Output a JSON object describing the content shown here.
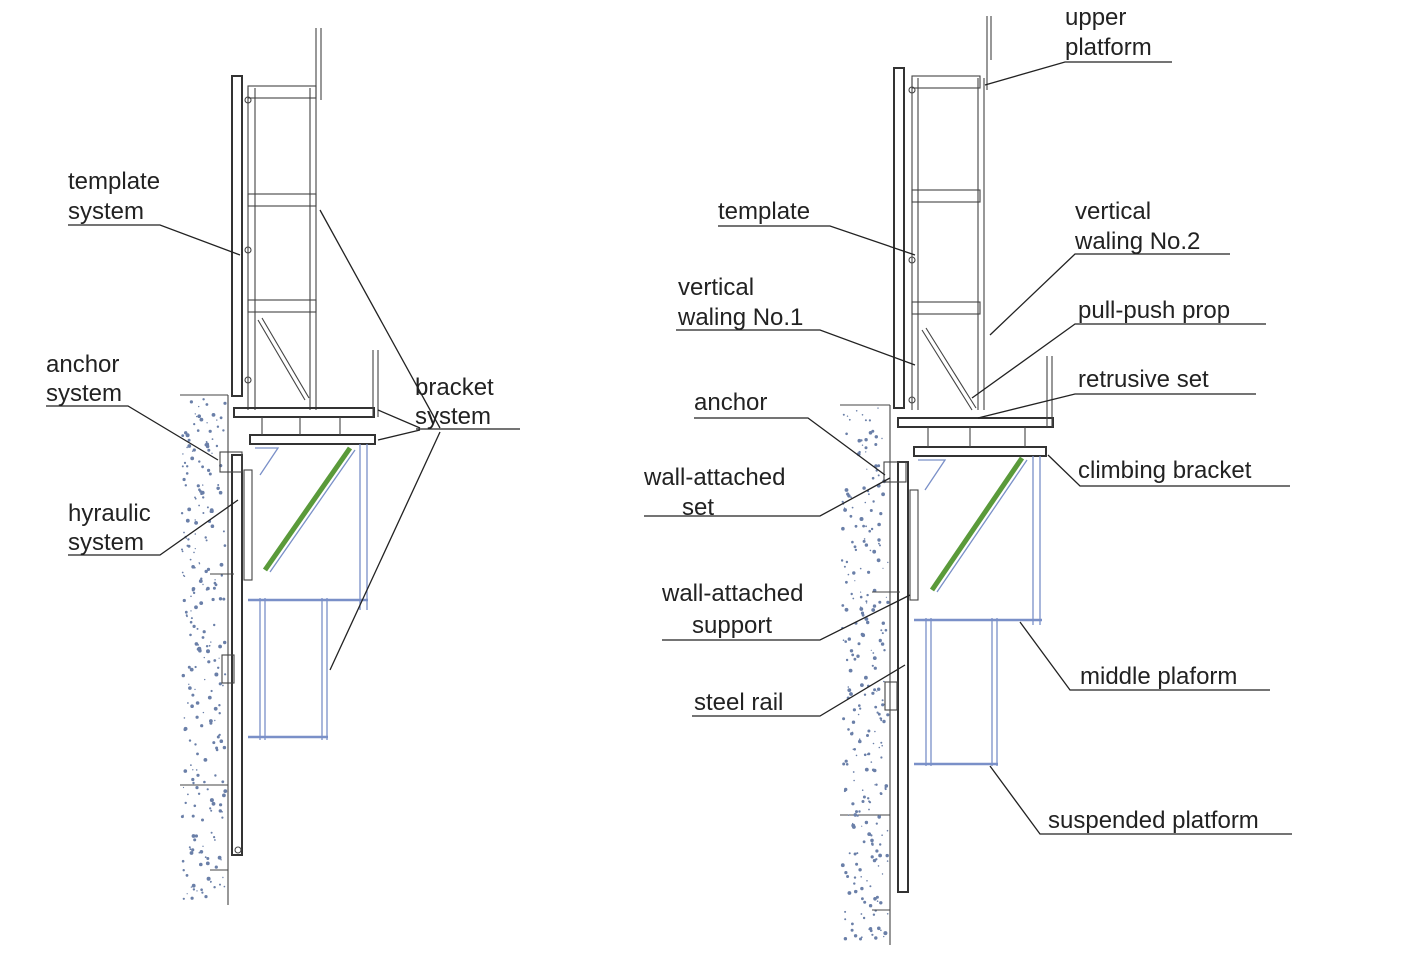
{
  "colors": {
    "steel": "#444444",
    "prop_green": "#5a9a3a",
    "platform_blue": "#7a90c8",
    "text": "#222222"
  },
  "left_view": {
    "labels": {
      "template_system": [
        "template",
        "system"
      ],
      "anchor_system": [
        "anchor",
        "system"
      ],
      "bracket_system": [
        "bracket",
        "system"
      ],
      "hydraulic_system": [
        "hyraulic",
        "system"
      ]
    }
  },
  "right_view": {
    "labels": {
      "upper_platform": [
        "upper",
        "platform"
      ],
      "template": "template",
      "vertical_waling_no2": [
        "vertical",
        "waling No.2"
      ],
      "vertical_waling_no1": [
        "vertical",
        "waling No.1"
      ],
      "pull_push_prop": "pull-push prop",
      "retrusive_set": "retrusive set",
      "anchor": "anchor",
      "climbing_bracket": "climbing bracket",
      "wall_attached_set": [
        "wall-attached",
        "set"
      ],
      "wall_attached_support": [
        "wall-attached",
        "support"
      ],
      "middle_platform": "middle plaform",
      "steel_rail": "steel rail",
      "suspended_platform": "suspended platform"
    }
  }
}
